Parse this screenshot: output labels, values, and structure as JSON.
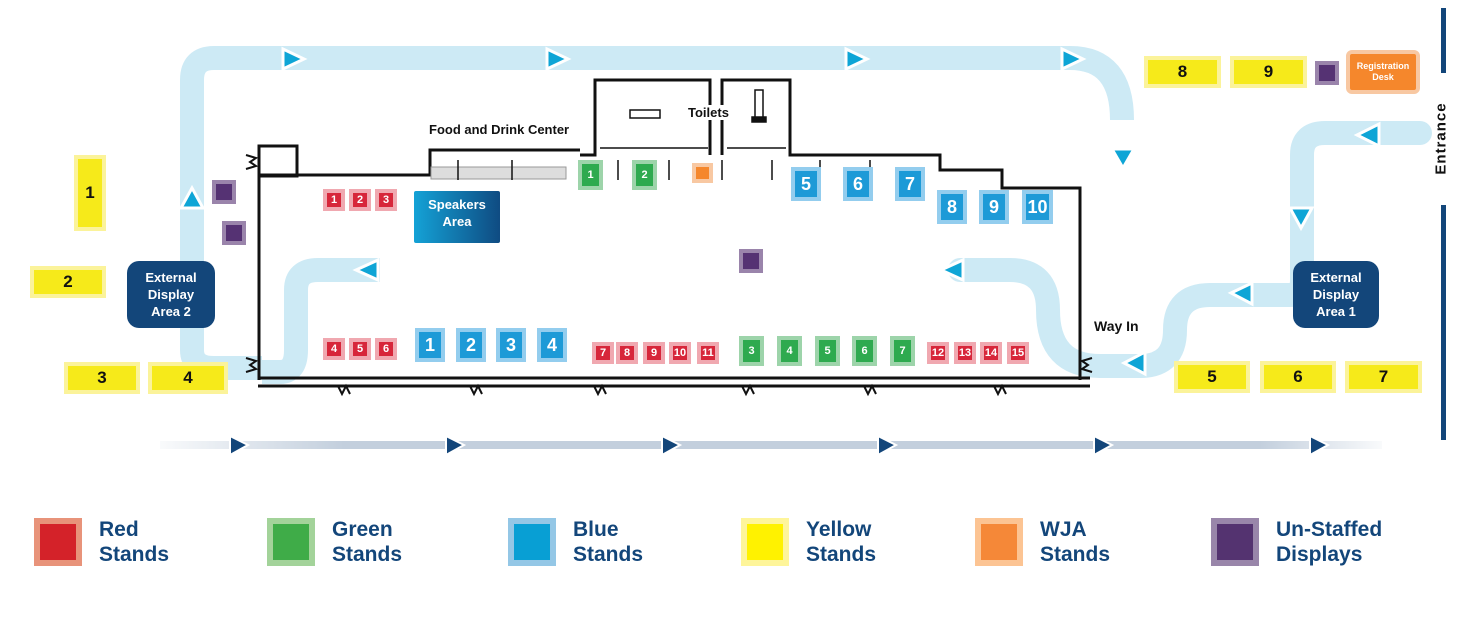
{
  "title": "Exhibition Floor Plan",
  "colors": {
    "red": "#d7263a",
    "green": "#2eaa4f",
    "blue": "#1d9ad7",
    "yellow": "#f6ea1a",
    "orange": "#f5872c",
    "purple": "#553273",
    "navy": "#13467a",
    "path": "#cdeaf5",
    "arrow": "#0ea5d6"
  },
  "labels": {
    "food_drink": "Food and Drink Center",
    "toilets": "Toilets",
    "way_in": "Way In",
    "entrance": "Entrance",
    "speakers_area": [
      "Speakers",
      "Area"
    ],
    "registration_desk": [
      "Registration",
      "Desk"
    ],
    "external_display_1": [
      "External",
      "Display",
      "Area 1"
    ],
    "external_display_2": [
      "External",
      "Display",
      "Area 2"
    ]
  },
  "stands": {
    "red_top": [
      "1",
      "2",
      "3"
    ],
    "red_bottom_left": [
      "4",
      "5",
      "6"
    ],
    "red_bottom_mid": [
      "7",
      "8",
      "9",
      "10",
      "11"
    ],
    "red_bottom_right": [
      "12",
      "13",
      "14",
      "15"
    ],
    "green_top": [
      "1",
      "2"
    ],
    "green_bottom": [
      "3",
      "4",
      "5",
      "6",
      "7"
    ],
    "blue_bottom": [
      "1",
      "2",
      "3",
      "4"
    ],
    "blue_top": [
      "5",
      "6",
      "7"
    ],
    "blue_top_right": [
      "8",
      "9",
      "10"
    ],
    "yellow_left": [
      "1",
      "2",
      "3",
      "4"
    ],
    "yellow_right_bottom": [
      "5",
      "6",
      "7"
    ],
    "yellow_right_top": [
      "8",
      "9"
    ]
  },
  "legend": [
    {
      "key": "red",
      "line1": "Red",
      "line2": "Stands"
    },
    {
      "key": "green",
      "line1": "Green",
      "line2": "Stands"
    },
    {
      "key": "blue",
      "line1": "Blue",
      "line2": "Stands"
    },
    {
      "key": "yellow",
      "line1": "Yellow",
      "line2": "Stands"
    },
    {
      "key": "wja",
      "line1": "WJA",
      "line2": "Stands"
    },
    {
      "key": "unstaffed",
      "line1": "Un-Staffed",
      "line2": "Displays"
    }
  ]
}
